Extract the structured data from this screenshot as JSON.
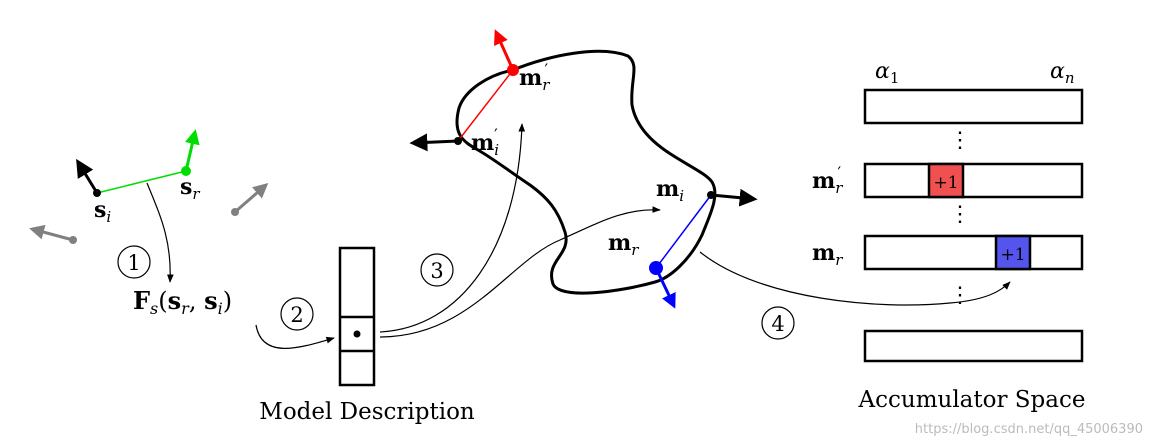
{
  "diagram": {
    "left_points": {
      "s_i_label": "s",
      "s_i_sub": "i",
      "s_r_label": "s",
      "s_r_sub": "r"
    },
    "steps": [
      "1",
      "2",
      "3",
      "4"
    ],
    "feature": {
      "F": "F",
      "F_sub": "s",
      "open": "(",
      "sr": "s",
      "sr_sub": "r",
      "comma": ", ",
      "si": "s",
      "si_sub": "i",
      "close": ")"
    },
    "model_description_caption": "Model Description",
    "object": {
      "m_r_prime": "m",
      "m_r_prime_sub": "r",
      "m_i_prime": "m",
      "m_i_prime_sub": "i",
      "prime": "′",
      "m_i": "m",
      "m_i_sub": "i",
      "m_r": "m",
      "m_r_sub": "r"
    },
    "accumulator": {
      "alpha_1": "α",
      "alpha_1_sub": "1",
      "alpha_n": "α",
      "alpha_n_sub": "n",
      "row_m_r_prime": "m",
      "row_m_r_prime_sub": "r",
      "row_m_r": "m",
      "row_m_r_sub": "r",
      "vote_label": "+1",
      "dots": "⋮",
      "caption": "Accumulator Space"
    },
    "colors": {
      "green": "#00dd00",
      "red": "#ff0000",
      "blue": "#0000ff",
      "gray": "#808080",
      "red_cell": "#f05050",
      "blue_cell": "#5555ee"
    }
  },
  "watermark": "https://blog.csdn.net/qq_45006390"
}
